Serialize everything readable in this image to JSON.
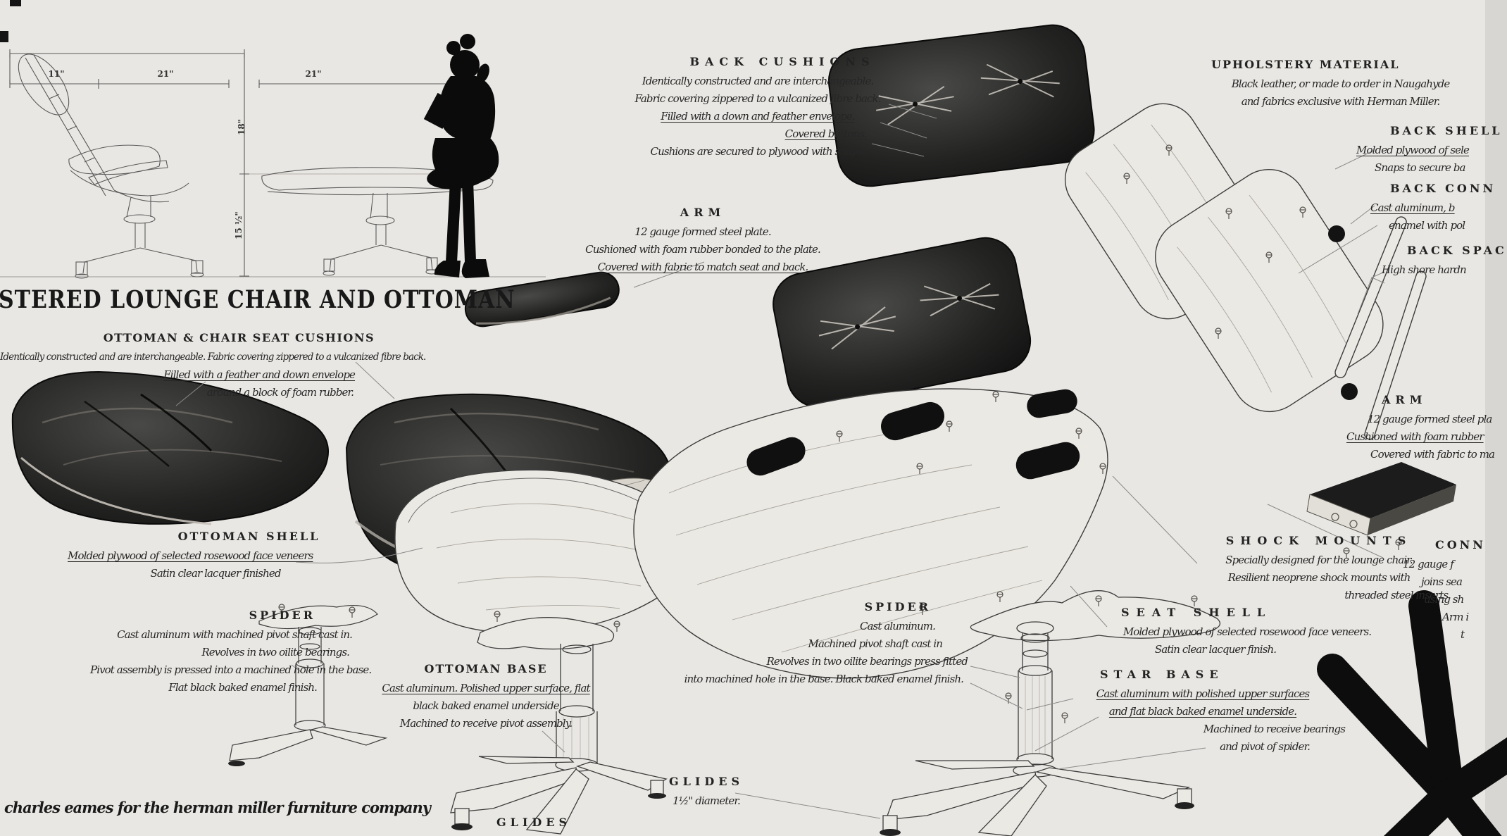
{
  "colors": {
    "paper": "#e9e7e3",
    "ink": "#1c1c1c"
  },
  "title": "STERED LOUNGE CHAIR AND OTTOMAN",
  "credit": "charles eames for the herman miller furniture company",
  "dimension_drawing": {
    "chair_back_depth": "11\"",
    "chair_seat_depth": "21\"",
    "ottoman_width": "21\"",
    "back_height": "18\"",
    "seat_height": "15 ½\""
  },
  "blocks": {
    "seat_cushions": {
      "heading": "OTTOMAN & CHAIR SEAT CUSHIONS",
      "lines": [
        "Identically constructed and are interchangeable.  Fabric covering zippered to a vulcanized fibre back.",
        "Filled with a feather and down envelope",
        "around a block of foam rubber."
      ]
    },
    "back_cushions": {
      "heading": "BACK CUSHIONS",
      "lines": [
        "Identically constructed and are interchangeable.",
        "Fabric covering zippered to a vulcanized fibre back.",
        "Filled with a down and feather envelope.",
        "Covered buttons.",
        "Cushions are secured to plywood with snaps."
      ]
    },
    "arm_left": {
      "heading": "ARM",
      "lines": [
        "12  gauge formed steel plate.",
        "Cushioned with foam rubber bonded to the plate.",
        "Covered with fabric to match seat and back."
      ]
    },
    "upholstery": {
      "heading": "UPHOLSTERY MATERIAL",
      "lines": [
        "Black leather, or made to order in Naugahyde",
        "and fabrics exclusive with Herman Miller."
      ]
    },
    "back_shell": {
      "heading": "BACK SHELL",
      "lines": [
        "Molded plywood of sele",
        "Snaps to secure ba"
      ]
    },
    "back_connectors": {
      "heading": "BACK CONN",
      "lines": [
        "Cast aluminum, b",
        "enamel with pol"
      ]
    },
    "back_spacers": {
      "heading": "BACK SPAC",
      "lines": [
        "High shore hardn"
      ]
    },
    "arm_right": {
      "heading": "ARM",
      "lines": [
        "12 gauge formed steel pla",
        "Cushioned with foam rubber",
        "Covered with fabric to ma"
      ]
    },
    "connections": {
      "heading": "CONN",
      "lines": [
        "12 gauge f",
        "joins sea",
        "using sh",
        "Arm i",
        "t"
      ]
    },
    "shock_mounts": {
      "heading": "SHOCK MOUNTS",
      "lines": [
        "Specially designed for the lounge chair.",
        "Resilient neoprene shock mounts with",
        "threaded steel inserts."
      ]
    },
    "seat_shell": {
      "heading": "SEAT SHELL",
      "lines": [
        "Molded plywood of selected rosewood face veneers.",
        "Satin clear lacquer finish."
      ]
    },
    "star_base": {
      "heading": "STAR BASE",
      "lines": [
        "Cast aluminum with polished upper surfaces",
        "and flat black baked enamel underside.",
        "Machined to receive bearings",
        "and pivot of spider."
      ]
    },
    "spider_chair": {
      "heading": "SPIDER",
      "lines": [
        "Cast aluminum.",
        "Machined pivot shaft cast in",
        "Revolves in two oilite bearings press fitted",
        "into machined hole in the base.  Black baked enamel finish."
      ]
    },
    "glides_chair": {
      "heading": "GLIDES",
      "lines": [
        "1½\" diameter."
      ]
    },
    "ottoman_shell": {
      "heading": "OTTOMAN SHELL",
      "lines": [
        "Molded plywood of selected rosewood face veneers",
        "Satin clear lacquer finished"
      ]
    },
    "spider_ottoman": {
      "heading": "SPIDER",
      "lines": [
        "Cast aluminum with machined pivot shaft cast in.",
        "Revolves in two oilite bearings.",
        "Pivot assembly is pressed into a machined hole in the base.",
        "Flat black baked enamel finish."
      ]
    },
    "ottoman_base": {
      "heading": "OTTOMAN BASE",
      "lines": [
        "Cast aluminum. Polished upper surface, flat",
        "black baked enamel underside",
        "Machined to receive pivot assembly."
      ]
    },
    "glides_ottoman": {
      "heading": "GLIDES"
    }
  }
}
